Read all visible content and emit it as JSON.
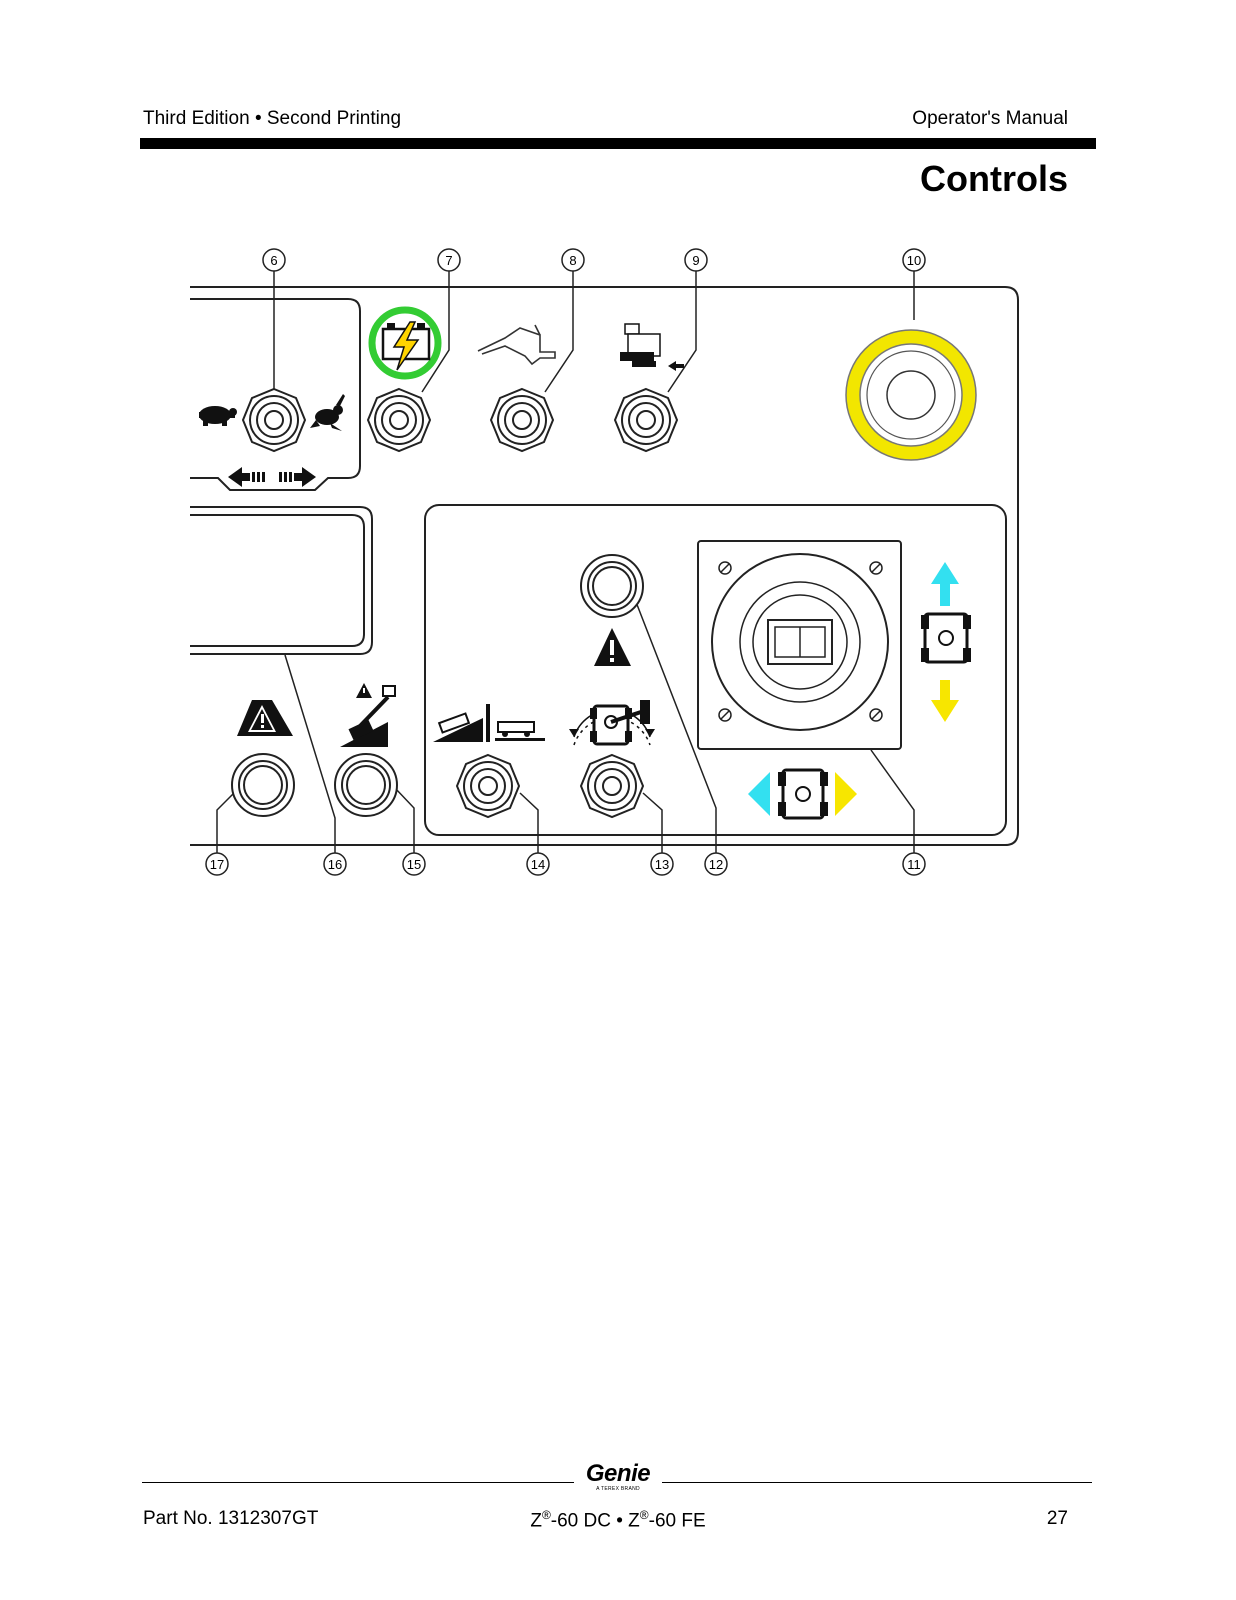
{
  "header": {
    "left": "Third Edition • Second Printing",
    "right": "Operator's Manual"
  },
  "title": "Controls",
  "diagram": {
    "callouts": [
      "6",
      "7",
      "8",
      "9",
      "10",
      "11",
      "12",
      "13",
      "14",
      "15",
      "16",
      "17"
    ],
    "colors": {
      "battery_ring": "#33cc33",
      "battery_bolt": "#ffd400",
      "estop_ring": "#f2e600",
      "arrow_forward": "#33e0f0",
      "arrow_reverse": "#f7e600"
    }
  },
  "footer": {
    "logo": "Genie",
    "logo_tagline": "A TEREX BRAND",
    "part_no": "Part No. 1312307GT",
    "model_a": "Z",
    "model_b": "-60 DC • Z",
    "model_c": "-60 FE",
    "reg": "®",
    "page": "27"
  }
}
